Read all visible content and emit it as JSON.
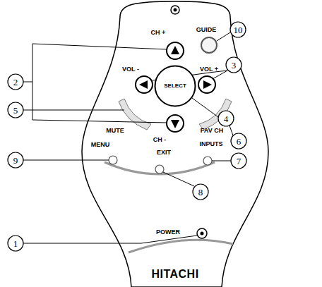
{
  "diagram": {
    "nodes": [
      {
        "text": [
          "SELECT"
        ]
      }
    ],
    "labels": [
      "CH +",
      "GUIDE",
      "10",
      "2",
      "VOL -",
      "VOL +",
      "3",
      "4",
      "5",
      "MUTE",
      "CH -",
      "FAV CH",
      "6",
      "MENU",
      "EXIT",
      "INPUTS",
      "9",
      "7",
      "8",
      "1",
      "POWER",
      "HITACHI"
    ]
  }
}
